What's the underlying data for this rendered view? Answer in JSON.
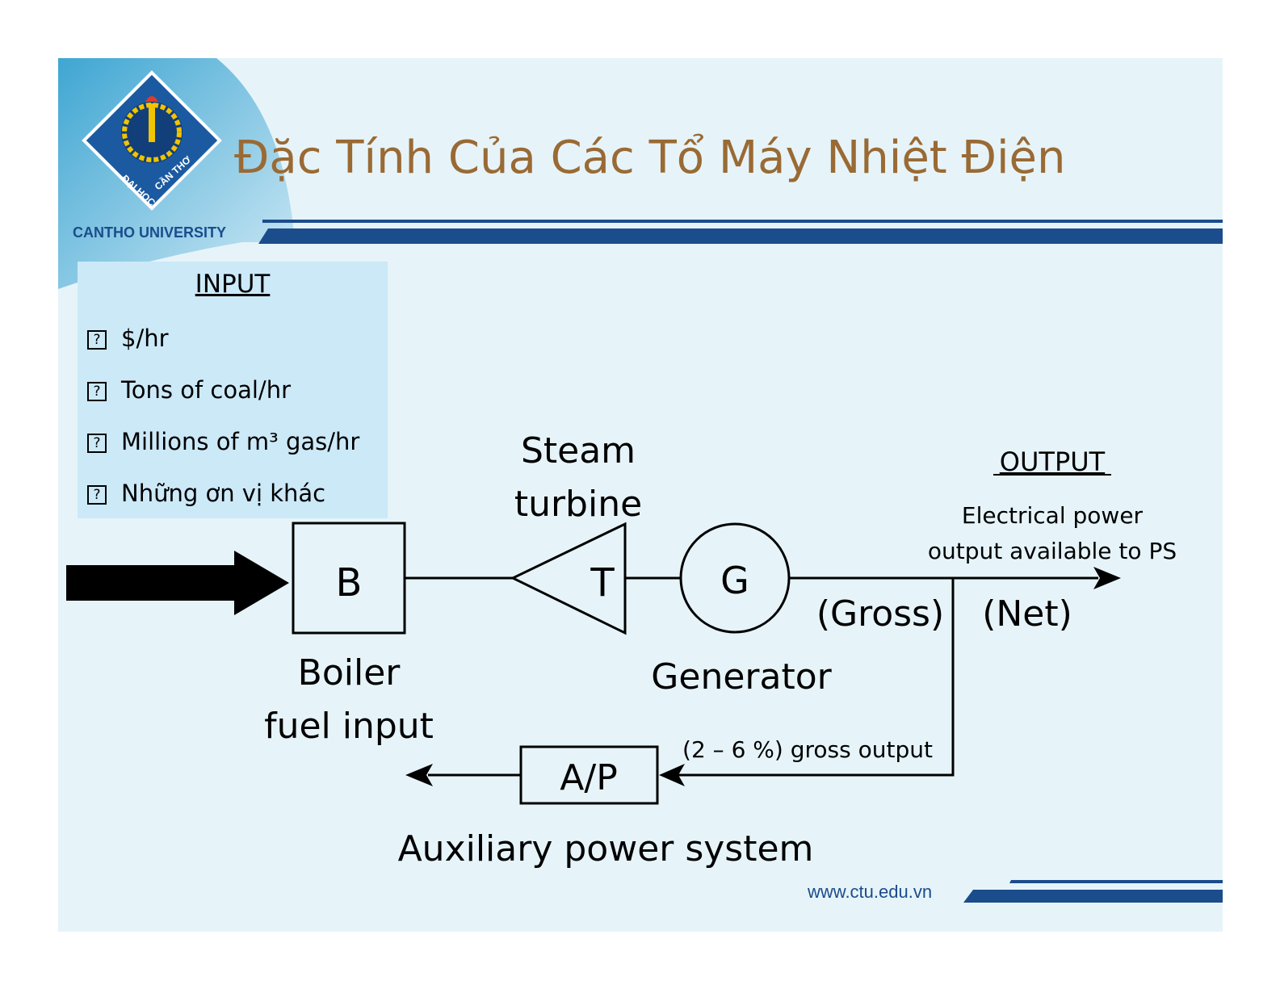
{
  "slide": {
    "title": "Đặc Tính Của Các Tổ Máy Nhiệt Điện",
    "university": "CANTHO UNIVERSITY",
    "seal_text_left": "ĐẠI HỌC",
    "seal_text_right": "CẦN THƠ",
    "website": "www.ctu.edu.vn"
  },
  "input_panel": {
    "heading": "INPUT",
    "bullet_glyph": "?",
    "items": [
      "$/hr",
      "Tons of coal/hr",
      "Millions of m³ gas/hr",
      "Những   ơn vị khác"
    ]
  },
  "diagram": {
    "boiler_letter": "B",
    "boiler_label_line1": "Boiler",
    "boiler_label_line2": "fuel input",
    "turbine_letter": "T",
    "turbine_label_line1": "Steam",
    "turbine_label_line2": "turbine",
    "generator_letter": "G",
    "generator_label": "Generator",
    "gross_label": "(Gross)",
    "net_label": "(Net)",
    "output_heading": "OUTPUT",
    "output_desc_line1": "Electrical power",
    "output_desc_line2": "output available to PS",
    "aux_letter": "A/P",
    "aux_feed_label": "(2 – 6 %) gross output",
    "aux_label": "Auxiliary power system"
  },
  "colors": {
    "title": "#9a6a34",
    "brand_blue": "#1b4c8c",
    "slide_background": "#e6f4f9",
    "input_panel": "#cce9f8"
  }
}
